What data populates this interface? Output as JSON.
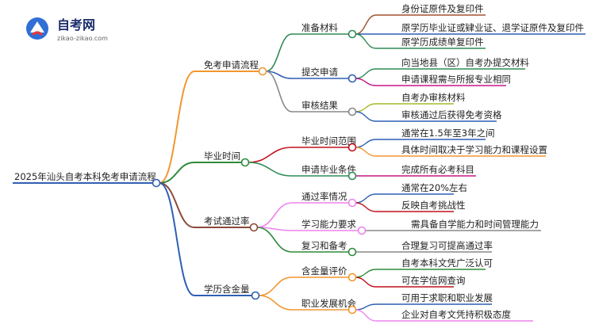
{
  "logo": {
    "title": "自考网",
    "url": "zikao-zikao.com"
  },
  "root": {
    "label": "2025年汕头自考本科免考申请流程"
  },
  "branches": [
    {
      "label": "免考申请流程",
      "color": "#f2962f",
      "children": [
        {
          "label": "准备材料",
          "color": "#2e8b57",
          "leaves": [
            {
              "label": "身份证原件及复印件",
              "color": "#a0522d"
            },
            {
              "label": "原学历毕业证或肄业证、退学证原件及复印件",
              "color": "#2f5fb3"
            },
            {
              "label": "原学历成绩单复印件",
              "color": "#2e8b57"
            }
          ]
        },
        {
          "label": "提交申请",
          "color": "#2f5fb3",
          "leaves": [
            {
              "label": "向当地县（区）自考办提交材料",
              "color": "#2e8b57"
            },
            {
              "label": "申请课程需与所报专业相同",
              "color": "#c71585"
            }
          ]
        },
        {
          "label": "审核结果",
          "color": "#888888",
          "leaves": [
            {
              "label": "自考办审核材料",
              "color": "#a6b82a"
            },
            {
              "label": "审核通过后获得免考资格",
              "color": "#2f5fb3"
            }
          ]
        }
      ]
    },
    {
      "label": "毕业时间",
      "color": "#2e8b3a",
      "children": [
        {
          "label": "毕业时间范围",
          "color": "#c0101a",
          "leaves": [
            {
              "label": "通常在1.5年至3年之间",
              "color": "#2f5fb3"
            },
            {
              "label": "具体时间取决于学习能力和课程设置",
              "color": "#f2962f"
            }
          ]
        },
        {
          "label": "申请毕业条件",
          "color": "#2e8b57",
          "leaves": [
            {
              "label": "完成所有必考科目",
              "color": "#c71585"
            }
          ]
        }
      ]
    },
    {
      "label": "考试通过率",
      "color": "#8b4a3a",
      "children": [
        {
          "label": "通过率情况",
          "color": "#ee82ee",
          "leaves": [
            {
              "label": "通常在20%左右",
              "color": "#2f5fb3"
            },
            {
              "label": "反映自考挑战性",
              "color": "#c0101a"
            }
          ]
        },
        {
          "label": "学习能力要求",
          "color": "#ee82ee",
          "leaves": [
            {
              "label": "需具备自学能力和时间管理能力",
              "color": "#888888"
            }
          ]
        },
        {
          "label": "复习和备考",
          "color": "#2e8b3a",
          "leaves": [
            {
              "label": "合理复习可提高通过率",
              "color": "#888888"
            }
          ]
        }
      ]
    },
    {
      "label": "学历含金量",
      "color": "#2f5fb3",
      "children": [
        {
          "label": "含金量评价",
          "color": "#f2962f",
          "leaves": [
            {
              "label": "自考本科文凭广泛认可",
              "color": "#2e8b3a"
            },
            {
              "label": "可在学信网查询",
              "color": "#c0101a"
            }
          ]
        },
        {
          "label": "职业发展机会",
          "color": "#f2962f",
          "leaves": [
            {
              "label": "可用于求职和职业发展",
              "color": "#2f5fb3"
            },
            {
              "label": "企业对自考文凭持积极态度",
              "color": "#ee82ee"
            }
          ]
        }
      ]
    }
  ]
}
